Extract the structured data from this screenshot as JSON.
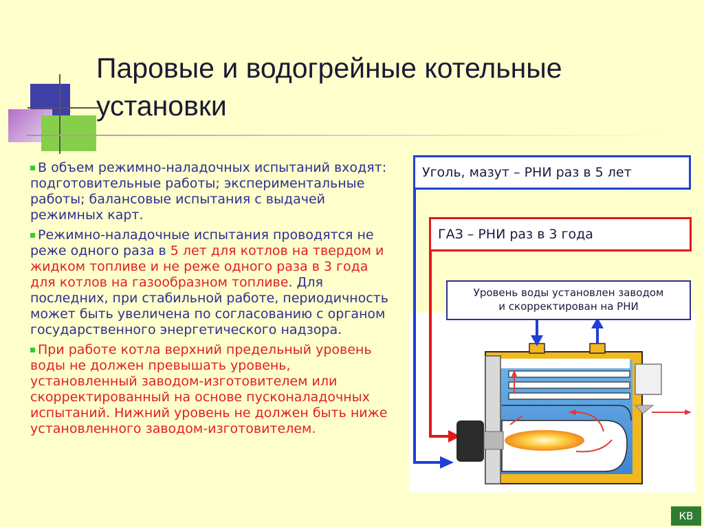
{
  "slide": {
    "title": "Паровые и водогрейные котельные установки",
    "bullets": [
      {
        "color": "blue",
        "segments": [
          {
            "text": "В объем режимно-наладочных испытаний входят: подготовительные работы; экспериментальные работы; балансовые испытания с выдачей режимных карт.",
            "color": "blue"
          }
        ]
      },
      {
        "color": "blue",
        "segments": [
          {
            "text": "Режимно-наладочные испытания проводятся не реже одного раза в ",
            "color": "blue"
          },
          {
            "text": "5 лет для котлов на твердом и жидком топливе и не реже одного раза в 3 года для котлов на газообразном топливе",
            "color": "red"
          },
          {
            "text": ". Для последних, при стабильной работе, периодичность может быть увеличена по согласованию с органом государственного энергетического надзора.",
            "color": "blue"
          }
        ]
      },
      {
        "color": "red",
        "segments": [
          {
            "text": "При работе котла верхний предельный уровень воды не должен превышать уровень, установленный заводом-изготовителем или скорректированный на основе пусконаладочных испытаний. Нижний уровень не должен быть ниже установленного заводом-изготовителем.",
            "color": "red"
          }
        ]
      }
    ],
    "badge": "КВ"
  },
  "diagram": {
    "coal_box_text": "Уголь, мазут – РНИ раз в 5 лет",
    "gas_box_text": "ГАЗ – РНИ раз в 3 года",
    "water_level_line1": "Уровень воды установлен заводом",
    "water_level_line2": "и скорректирован на РНИ"
  },
  "colors": {
    "background": "#ffffcc",
    "text_blue": "#2d2f8f",
    "text_red": "#e02020",
    "coal_line": "#1f3fd6",
    "gas_line": "#e01818",
    "boiler_shell": "#f2b81e",
    "water": "#5ba3e0"
  }
}
